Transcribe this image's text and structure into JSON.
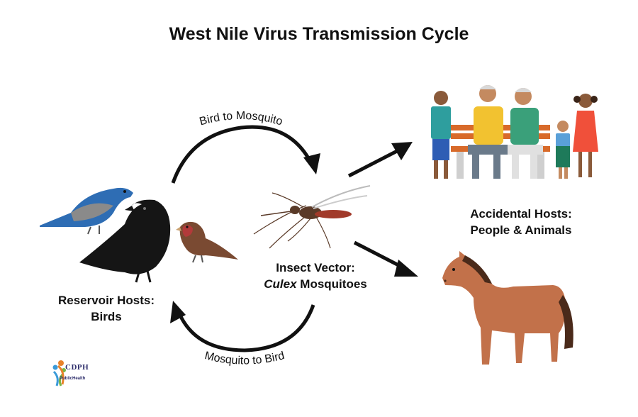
{
  "title": "West Nile Virus Transmission Cycle",
  "reservoir": {
    "line1": "Reservoir Hosts:",
    "line2": "Birds"
  },
  "vector": {
    "line1": "Insect Vector:",
    "italic": "Culex",
    "rest": " Mosquitoes"
  },
  "accidental": {
    "line1": "Accidental Hosts:",
    "line2": "People & Animals"
  },
  "arrows": {
    "top": "Bird to Mosquito",
    "bottom": "Mosquito to Bird"
  },
  "logo": {
    "text": "CDPH",
    "sub": "PublicHealth"
  },
  "colors": {
    "arrow": "#111111",
    "blue_bird": "#2e6db4",
    "crow": "#151515",
    "finch": "#7a4a32",
    "horse": "#c2714a",
    "mosquito": "#5a3a28"
  }
}
